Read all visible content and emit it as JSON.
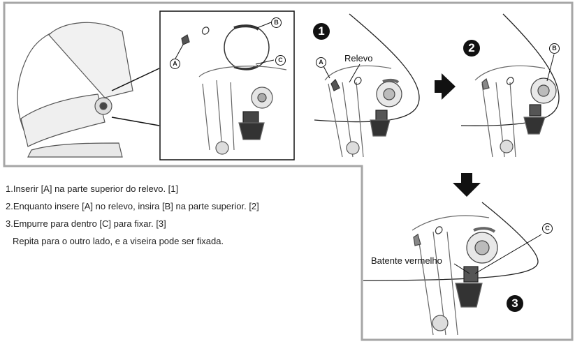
{
  "labels": {
    "a": "A",
    "b": "B",
    "c": "C",
    "relevo": "Relevo",
    "batente": "Batente vermelho"
  },
  "steps": [
    "1",
    "2",
    "3"
  ],
  "instructions": [
    "1.Inserir [A] na parte superior do relevo. [1]",
    "2.Enquanto insere [A] no relevo, insira [B] na parte superior. [2]",
    "3.Empurre para dentro [C] para fixar. [3]",
    "Repita para o outro lado, e a viseira pode ser fixada."
  ]
}
